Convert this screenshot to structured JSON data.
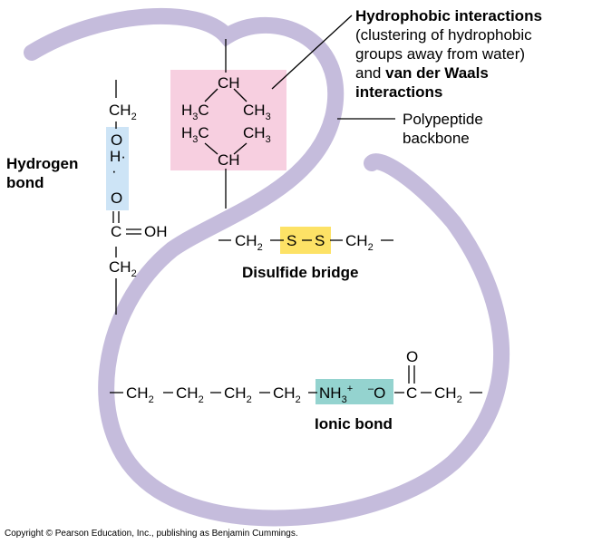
{
  "colors": {
    "backbone": "#c5bcdc",
    "hydrophobic_box": "#f7cfe0",
    "hbond_box": "#cde4f6",
    "disulfide_box": "#fde266",
    "ionic_box": "#94d3cf"
  },
  "labels": {
    "hydrophobic_title": "Hydrophobic interactions",
    "hydrophobic_line2": "(clustering of hydrophobic",
    "hydrophobic_line3": "groups away from water)",
    "hydrophobic_and": "and",
    "hydrophobic_vdw": "van der Waals",
    "hydrophobic_line5": "interactions",
    "backbone_line1": "Polypeptide",
    "backbone_line2": "backbone",
    "hbond_line1": "Hydrogen",
    "hbond_line2": "bond",
    "disulfide": "Disulfide bridge",
    "ionic": "Ionic bond",
    "copyright": "Copyright © Pearson Education, Inc., publishing as Benjamin Cummings."
  },
  "chem": {
    "CH": "CH",
    "CH2": "CH",
    "H3C": "H",
    "CH3": "CH",
    "two": "2",
    "three": "3",
    "C_left": "C",
    "C_right": "C",
    "O": "O",
    "H_dots": "H",
    "OH": "OH",
    "S": "S",
    "NH": "NH",
    "plus": "+",
    "minus": "–",
    "hdots": "·  ·"
  }
}
